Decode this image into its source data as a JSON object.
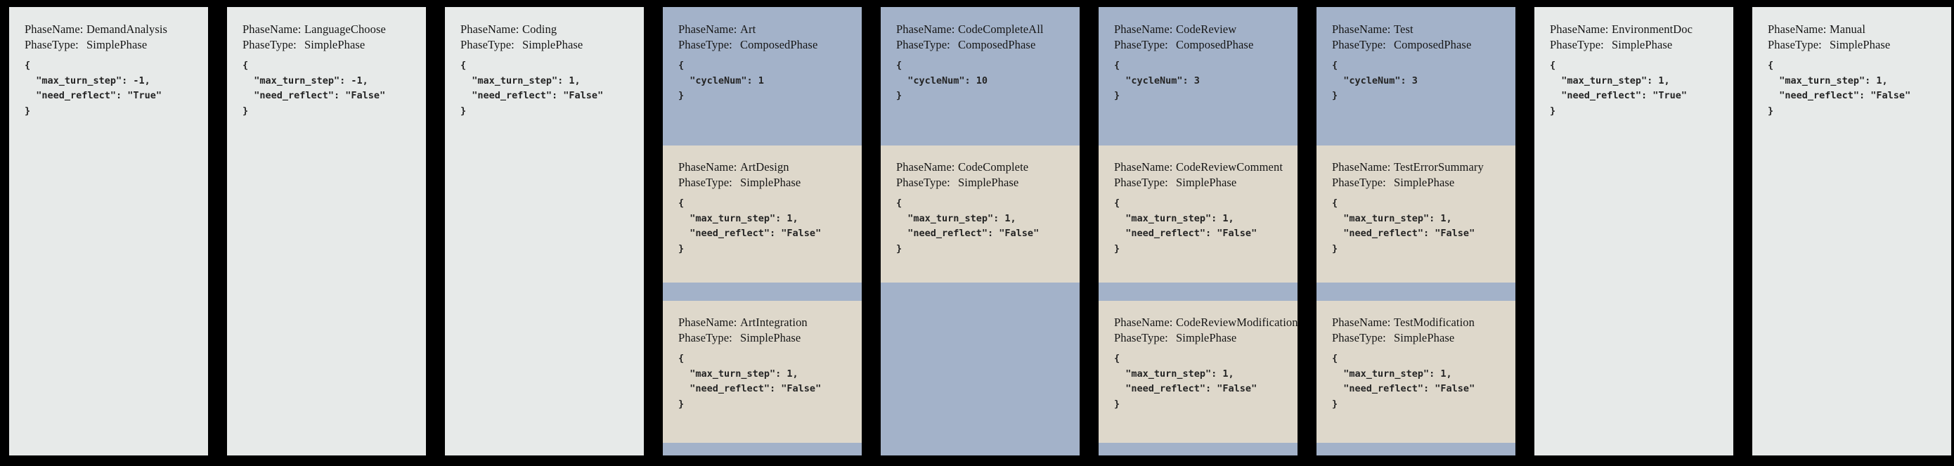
{
  "labels": {
    "phase_name": "PhaseName:",
    "phase_type": "PhaseType:"
  },
  "colors": {
    "background": "#000000",
    "simple_card": "#e7eae9",
    "composed_card": "#a3b2c9",
    "subphase_card": "#ded8cb",
    "text": "#161616"
  },
  "phases": [
    {
      "name": "DemandAnalysis",
      "type": "SimplePhase",
      "config": "{\n  \"max_turn_step\": -1,\n  \"need_reflect\": \"True\"\n}"
    },
    {
      "name": "LanguageChoose",
      "type": "SimplePhase",
      "config": "{\n  \"max_turn_step\": -1,\n  \"need_reflect\": \"False\"\n}"
    },
    {
      "name": "Coding",
      "type": "SimplePhase",
      "config": "{\n  \"max_turn_step\": 1,\n  \"need_reflect\": \"False\"\n}"
    },
    {
      "name": "Art",
      "type": "ComposedPhase",
      "config": "{\n  \"cycleNum\": 1\n}",
      "subphases": [
        {
          "name": "ArtDesign",
          "type": "SimplePhase",
          "config": "{\n  \"max_turn_step\": 1,\n  \"need_reflect\": \"False\"\n}"
        },
        {
          "name": "ArtIntegration",
          "type": "SimplePhase",
          "config": "{\n  \"max_turn_step\": 1,\n  \"need_reflect\": \"False\"\n}"
        }
      ]
    },
    {
      "name": "CodeCompleteAll",
      "type": "ComposedPhase",
      "config": "{\n  \"cycleNum\": 10\n}",
      "subphases": [
        {
          "name": "CodeComplete",
          "type": "SimplePhase",
          "config": "{\n  \"max_turn_step\": 1,\n  \"need_reflect\": \"False\"\n}"
        }
      ]
    },
    {
      "name": "CodeReview",
      "type": "ComposedPhase",
      "config": "{\n  \"cycleNum\": 3\n}",
      "subphases": [
        {
          "name": "CodeReviewComment",
          "type": "SimplePhase",
          "config": "{\n  \"max_turn_step\": 1,\n  \"need_reflect\": \"False\"\n}"
        },
        {
          "name": "CodeReviewModification",
          "type": "SimplePhase",
          "config": "{\n  \"max_turn_step\": 1,\n  \"need_reflect\": \"False\"\n}"
        }
      ]
    },
    {
      "name": "Test",
      "type": "ComposedPhase",
      "config": "{\n  \"cycleNum\": 3\n}",
      "subphases": [
        {
          "name": "TestErrorSummary",
          "type": "SimplePhase",
          "config": "{\n  \"max_turn_step\": 1,\n  \"need_reflect\": \"False\"\n}"
        },
        {
          "name": "TestModification",
          "type": "SimplePhase",
          "config": "{\n  \"max_turn_step\": 1,\n  \"need_reflect\": \"False\"\n}"
        }
      ]
    },
    {
      "name": "EnvironmentDoc",
      "type": "SimplePhase",
      "config": "{\n  \"max_turn_step\": 1,\n  \"need_reflect\": \"True\"\n}"
    },
    {
      "name": "Manual",
      "type": "SimplePhase",
      "config": "{\n  \"max_turn_step\": 1,\n  \"need_reflect\": \"False\"\n}"
    }
  ]
}
